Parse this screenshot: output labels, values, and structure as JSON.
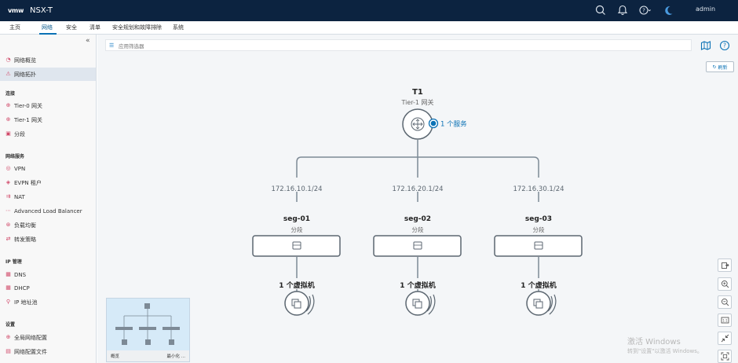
{
  "header": {
    "logo": "vmw",
    "title": "NSX-T",
    "user": "admin"
  },
  "nav": {
    "tabs": [
      "主页",
      "网络",
      "安全",
      "清单",
      "安全规划和故障排除",
      "系统"
    ],
    "active": "网络"
  },
  "sidebar": {
    "items_top": [
      {
        "label": "网络概览",
        "icon": "network-overview-icon"
      },
      {
        "label": "网络拓扑",
        "icon": "topology-icon"
      }
    ],
    "sections": [
      {
        "title": "连接",
        "items": [
          "Tier-0 网关",
          "Tier-1 网关",
          "分段"
        ]
      },
      {
        "title": "网络服务",
        "items": [
          "VPN",
          "EVPN 租户",
          "NAT",
          "Advanced Load Balancer",
          "负载均衡",
          "转发策略"
        ]
      },
      {
        "title": "IP 管理",
        "items": [
          "DNS",
          "DHCP",
          "IP 地址池"
        ]
      },
      {
        "title": "设置",
        "items": [
          "全局网络配置",
          "网络配置文件"
        ]
      }
    ]
  },
  "filter": {
    "placeholder": "应用筛选器"
  },
  "refresh_label": "刷新",
  "topology": {
    "gateway": {
      "name": "T1",
      "type": "Tier-1 网关",
      "services": "1 个服务"
    },
    "segments": [
      {
        "ip": "172.16.10.1/24",
        "name": "seg-01",
        "type": "分段",
        "vms": "1 个虚拟机"
      },
      {
        "ip": "172.16.20.1/24",
        "name": "seg-02",
        "type": "分段",
        "vms": "1 个虚拟机"
      },
      {
        "ip": "172.16.30.1/24",
        "name": "seg-03",
        "type": "分段",
        "vms": "1 个虚拟机"
      }
    ]
  },
  "minimap": {
    "label": "概览",
    "minimize": "最小化",
    "more": "..."
  },
  "watermark": {
    "title": "激活 Windows",
    "subtitle": "转到\"设置\"以激活 Windows。"
  }
}
